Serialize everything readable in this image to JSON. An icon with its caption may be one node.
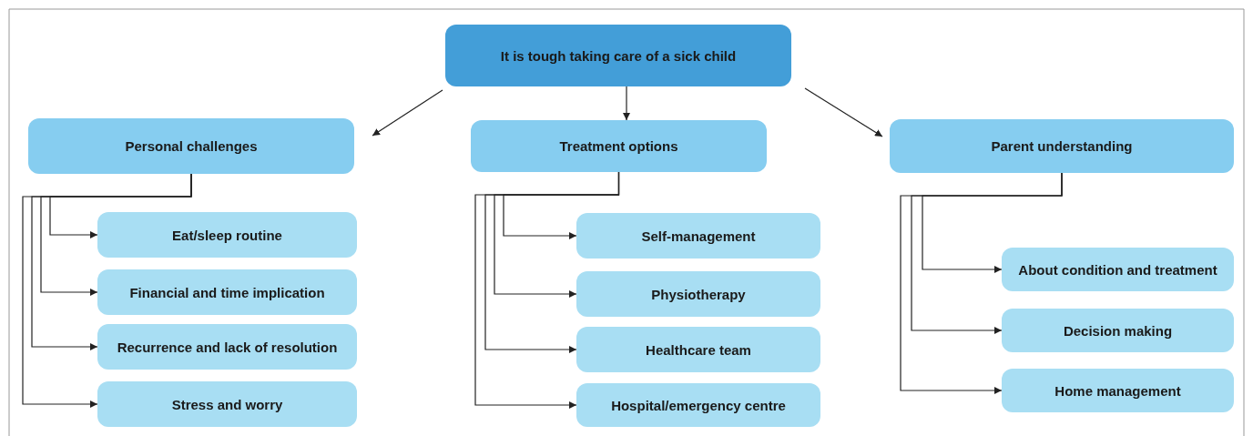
{
  "diagram": {
    "nodes": [
      {
        "text": [
          "It is tough taking care of a sick child"
        ]
      },
      {
        "text": [
          "Personal challenges"
        ]
      },
      {
        "text": [
          "Treatment options"
        ]
      },
      {
        "text": [
          "Parent understanding"
        ]
      },
      {
        "text": [
          "Eat/sleep routine"
        ]
      },
      {
        "text": [
          "Financial and time implication"
        ]
      },
      {
        "text": [
          "Recurrence and lack of resolution"
        ]
      },
      {
        "text": [
          "Stress and worry"
        ]
      },
      {
        "text": [
          "Self-management"
        ]
      },
      {
        "text": [
          "Physiotherapy"
        ]
      },
      {
        "text": [
          "Healthcare team"
        ]
      },
      {
        "text": [
          "Hospital/emergency centre"
        ]
      },
      {
        "text": [
          "About condition and treatment"
        ]
      },
      {
        "text": [
          "Decision making"
        ]
      },
      {
        "text": [
          "Home management"
        ]
      }
    ],
    "edges": [
      {
        "from": 0,
        "to": 1,
        "arrow": "to"
      },
      {
        "from": 0,
        "to": 2,
        "arrow": "to"
      },
      {
        "from": 0,
        "to": 3,
        "arrow": "to"
      },
      {
        "from": 1,
        "to": 4,
        "arrow": "to"
      },
      {
        "from": 1,
        "to": 5,
        "arrow": "to"
      },
      {
        "from": 1,
        "to": 6,
        "arrow": "to"
      },
      {
        "from": 1,
        "to": 7,
        "arrow": "to"
      },
      {
        "from": 2,
        "to": 8,
        "arrow": "to"
      },
      {
        "from": 2,
        "to": 9,
        "arrow": "to"
      },
      {
        "from": 2,
        "to": 10,
        "arrow": "to"
      },
      {
        "from": 2,
        "to": 11,
        "arrow": "to"
      },
      {
        "from": 3,
        "to": 12,
        "arrow": "to"
      },
      {
        "from": 3,
        "to": 13,
        "arrow": "to"
      },
      {
        "from": 3,
        "to": 14,
        "arrow": "to"
      }
    ]
  }
}
